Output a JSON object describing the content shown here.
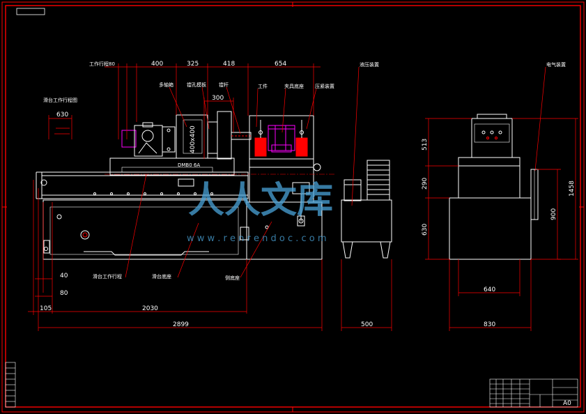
{
  "colors": {
    "background": "#000000",
    "border": "#ff0000",
    "machine": "#ffffff",
    "dimension": "#ff0000",
    "cylinder": "#ff0000",
    "fixture": "#ff00ff",
    "watermark": "#4aa3d8"
  },
  "dimensions": {
    "top_400": "400",
    "top_325": "325",
    "top_418": "418",
    "top_654": "654",
    "dim_300": "300",
    "dim_630_left": "630",
    "dim_400x400": "400x400",
    "dim_40": "40",
    "dim_80": "80",
    "dim_105": "105",
    "dim_2030": "2030",
    "dim_2899": "2899",
    "dim_500": "500",
    "dim_830": "830",
    "dim_640": "640",
    "dim_513": "513",
    "dim_290": "290",
    "dim_630_side": "630",
    "dim_900": "900",
    "dim_1458": "1458"
  },
  "labels": {
    "stroke_80": "工作行程80",
    "multi_axle": "多轴箱",
    "boring_template": "镗孔模板",
    "boring_bar": "镗杆",
    "workpiece": "工件",
    "fixture_base": "夹具底座",
    "pressing_device": "压紧装置",
    "hydraulic_station": "液压装置",
    "electric_cabinet": "电气装置",
    "slide_stroke_diagram": "滑台工作行程图",
    "slide_stroke": "滑台工作行程",
    "slide_base": "滑台底座",
    "side_base": "侧底座",
    "head_code": "DMB0 6A",
    "sheet_size": "A0"
  },
  "watermark": {
    "main": "人人文库",
    "url": "w w w . r e n r e n d o c . c o m"
  }
}
